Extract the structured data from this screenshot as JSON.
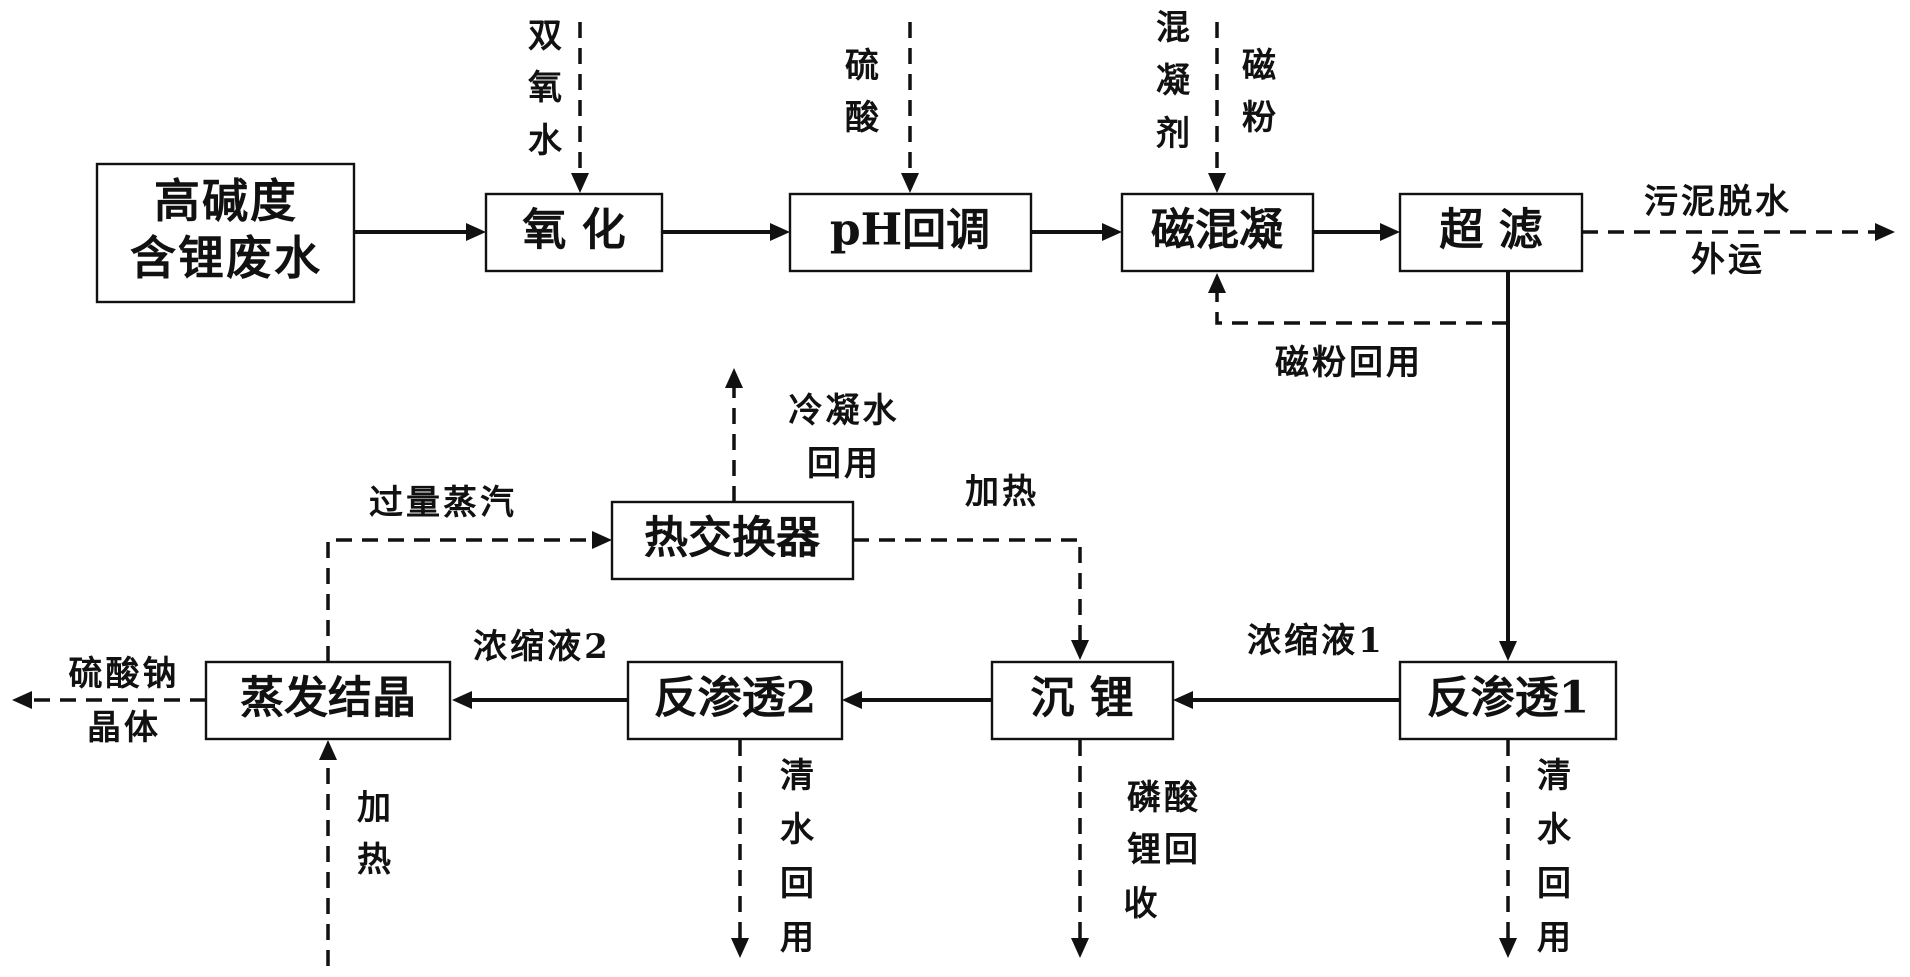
{
  "boxes": {
    "wastewater_line1": "高碱度",
    "wastewater_line2": "含锂废水",
    "oxidation": "氧 化",
    "ph_adjust": "pH回调",
    "magnetic_coagulation": "磁混凝",
    "ultrafiltration": "超 滤",
    "ro1": "反渗透1",
    "lithium_precipitation": "沉 锂",
    "ro2": "反渗透2",
    "evaporative_crystallization": "蒸发结晶",
    "heat_exchanger": "热交换器"
  },
  "labels": {
    "hydrogen_peroxide": [
      "双",
      "氧",
      "水"
    ],
    "sulfuric_acid": [
      "硫",
      "酸"
    ],
    "coagulant": [
      "混",
      "凝",
      "剂"
    ],
    "magnetic_powder": [
      "磁",
      "粉"
    ],
    "sludge_line1": "污泥脱水",
    "sludge_line2": "外运",
    "magnetic_powder_reuse": "磁粉回用",
    "condensate_line1": "冷凝水",
    "condensate_line2": "回用",
    "excess_steam": "过量蒸汽",
    "heating_top": "加热",
    "concentrate1": "浓缩液1",
    "concentrate2": "浓缩液2",
    "sodium_sulfate_line1": "硫酸钠",
    "sodium_sulfate_line2": "晶体",
    "heating_bottom": [
      "加",
      "热"
    ],
    "clean_water_ro2": [
      "清",
      "水",
      "回",
      "用"
    ],
    "lithium_phosphate_line1": "磷酸",
    "lithium_phosphate_line2": "锂回",
    "lithium_phosphate_line3": "收",
    "clean_water_ro1": [
      "清",
      "水",
      "回",
      "用"
    ]
  }
}
